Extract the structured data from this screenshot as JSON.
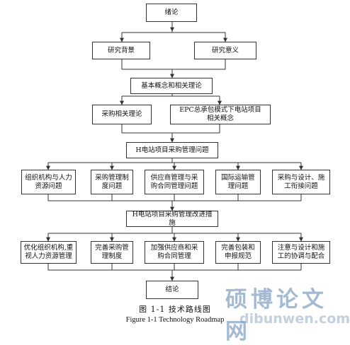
{
  "flowchart": {
    "start": "绪论",
    "background": [
      "研究背景",
      "研究意义"
    ],
    "theory": "基本概念和相关理论",
    "theory_items": [
      "采购相关理论",
      "EPC总承包模式下电站项目\n相关概念"
    ],
    "problems_title": "H电站项目采购管理问题",
    "problems": [
      "组织机构与人力\n资源问题",
      "采购管理制\n度问题",
      "供应商管理与采\n购合同管理问题",
      "国际运输管\n理问题",
      "采购与设计、施\n工衔接问题"
    ],
    "measures_title": "H电站项目采购管理改进措施",
    "measures": [
      "优化组织机构,重\n视人力资源管理",
      "完善采购管\n理制度",
      "加强供应商和采\n购合同管理",
      "完善包装和\n申报规范",
      "注意与设计和施\n工的协调与配合"
    ],
    "end": "结论"
  },
  "caption": {
    "cn": "图 1-1  技术路线图",
    "en": "Figure 1-1 Technology Roadmap"
  },
  "watermark": {
    "cn": "硕博论文网",
    "en": "dibunwen.com"
  },
  "colors": {
    "line": "#333333",
    "watermark": "#5a82af"
  }
}
